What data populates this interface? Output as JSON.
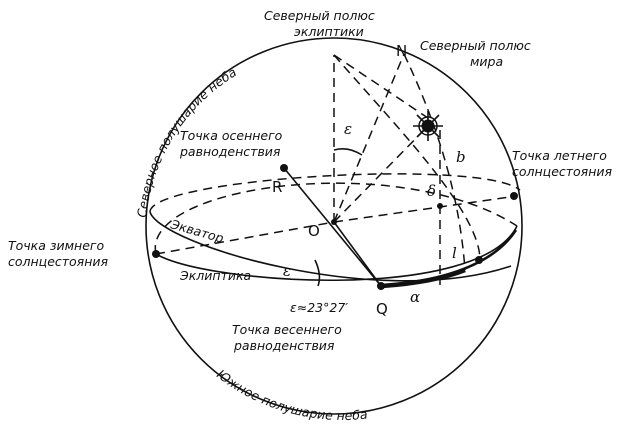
{
  "labels": {
    "ecliptic_pole": [
      "Северный полюс",
      "эклиптики"
    ],
    "celestial_pole": [
      "Северный полюс",
      "мира"
    ],
    "autumn_point": [
      "Точка осеннего",
      "равноденствия"
    ],
    "summer_point": [
      "Точка летнего",
      "солнцестояния"
    ],
    "winter_point": [
      "Точка зимнего",
      "солнцестояния"
    ],
    "spring_point": [
      "Точка весеннего",
      "равноденствия"
    ],
    "north_hemisphere": "Северное полушарие неба",
    "south_hemisphere": "Южное полушарие неба",
    "equator": "Экватор",
    "ecliptic": "Эклиптика",
    "obliquity_value": "ε≈23°27′"
  },
  "points": {
    "N": "N",
    "O": "O",
    "R": "R",
    "Q": "Q"
  },
  "greek": {
    "epsilon_top": "ε",
    "epsilon_mid": "ε",
    "delta": "δ",
    "b": "b",
    "l": "l",
    "alpha": "α"
  },
  "colors": {
    "line": "#111111",
    "background": "#ffffff"
  }
}
